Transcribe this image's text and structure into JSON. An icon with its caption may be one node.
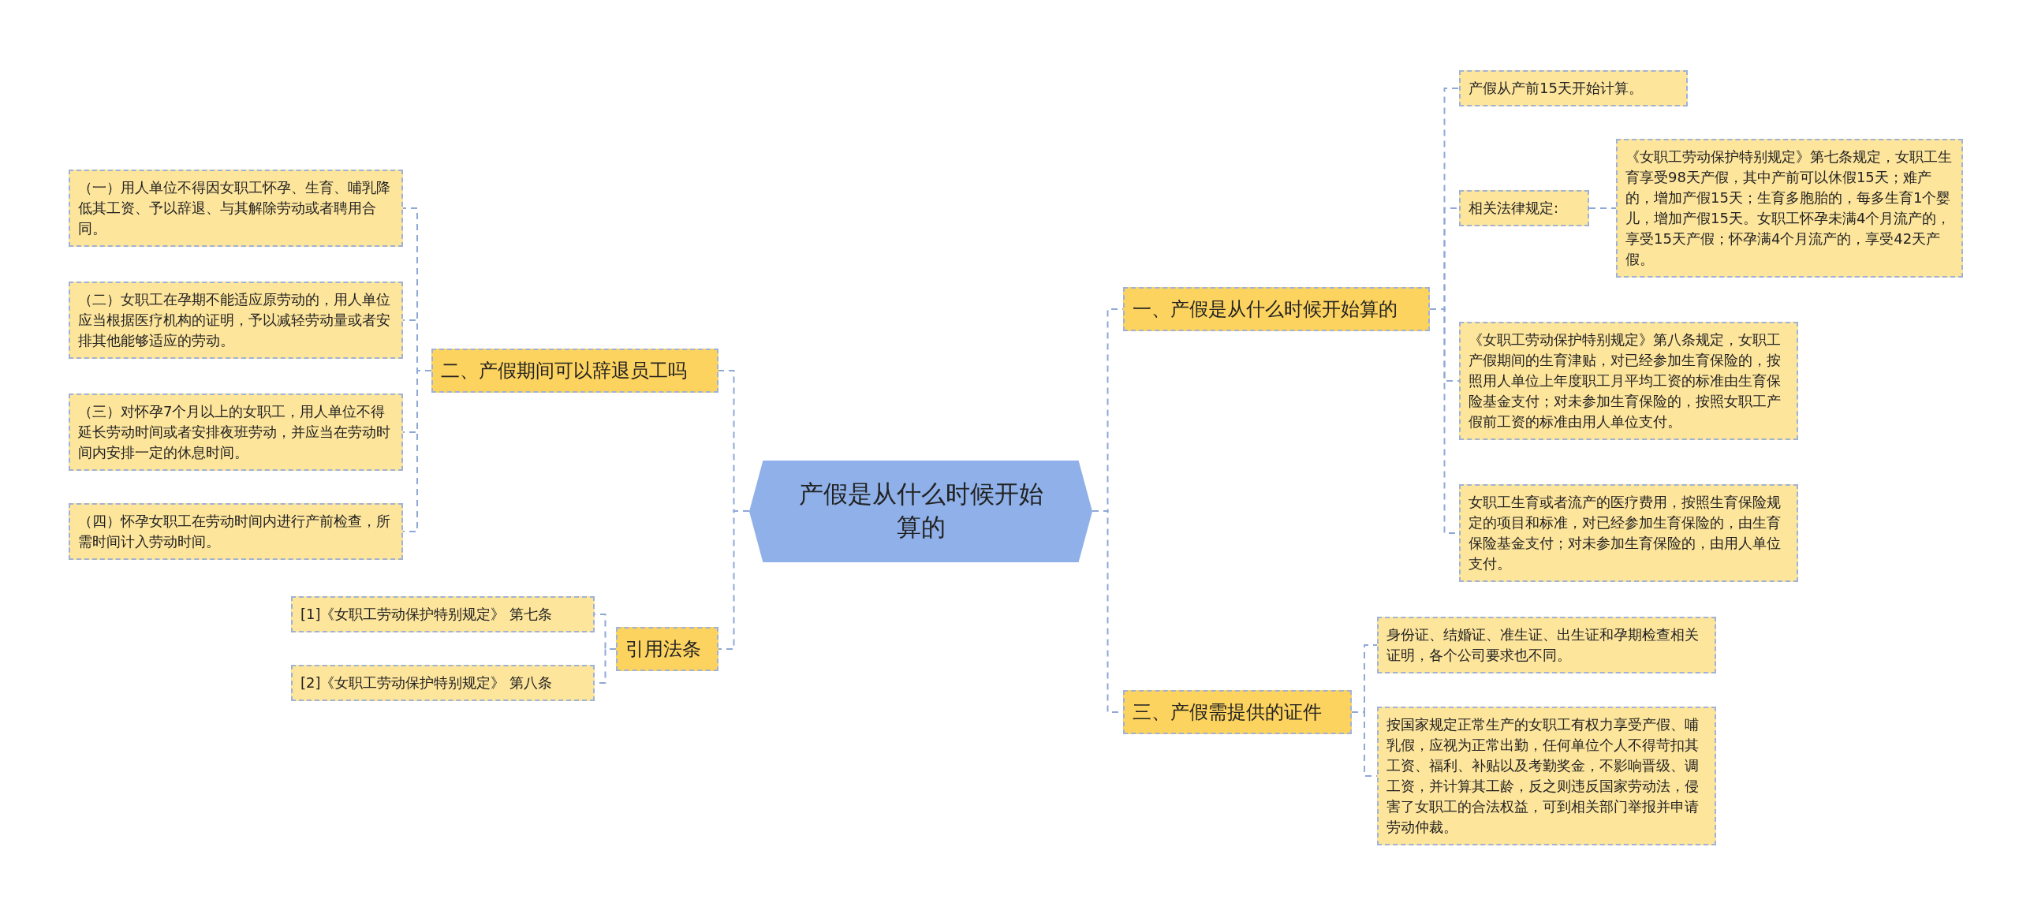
{
  "diagram": {
    "nodes": [
      {
        "text": [
          "产假是从什么时候开始算的"
        ]
      },
      {
        "text": [
          "一、产假是从什么时候开始算的"
        ]
      },
      {
        "text": [
          "产假从产前15天开始计算。"
        ]
      },
      {
        "text": [
          "相关法律规定:"
        ]
      },
      {
        "text": [
          "《女职工劳动保护特别规定》第七条规定，女职工生育享受98天产假，其中产前可以休假15天；难产的，增加产假15天；生育多胞胎的，每多生育1个婴儿，增加产假15天。女职工怀孕未满4个月流产的，享受15天产假；怀孕满4个月流产的，享受42天产假。"
        ]
      },
      {
        "text": [
          "《女职工劳动保护特别规定》第八条规定，女职工产假期间的生育津贴，对已经参加生育保险的，按照用人单位上年度职工月平均工资的标准由生育保险基金支付；对未参加生育保险的，按照女职工产假前工资的标准由用人单位支付。"
        ]
      },
      {
        "text": [
          "女职工生育或者流产的医疗费用，按照生育保险规定的项目和标准，对已经参加生育保险的，由生育保险基金支付；对未参加生育保险的，由用人单位支付。"
        ]
      },
      {
        "text": [
          "三、产假需提供的证件"
        ]
      },
      {
        "text": [
          "身份证、结婚证、准生证、出生证和孕期检查相关证明，各个公司要求也不同。"
        ]
      },
      {
        "text": [
          "按国家规定正常生产的女职工有权力享受产假、哺乳假，应视为正常出勤，任何单位个人不得苛扣其工资、福利、补贴以及考勤奖金，不影响晋级、调工资，并计算其工龄，反之则违反国家劳动法，侵害了女职工的合法权益，可到相关部门举报并申请劳动仲裁。"
        ]
      },
      {
        "text": [
          "二、产假期间可以辞退员工吗"
        ]
      },
      {
        "text": [
          "（一）用人单位不得因女职工怀孕、生育、哺乳降低其工资、予以辞退、与其解除劳动或者聘用合同。"
        ]
      },
      {
        "text": [
          "（二）女职工在孕期不能适应原劳动的，用人单位应当根据医疗机构的证明，予以减轻劳动量或者安排其他能够适应的劳动。"
        ]
      },
      {
        "text": [
          "（三）对怀孕7个月以上的女职工，用人单位不得延长劳动时间或者安排夜班劳动，并应当在劳动时间内安排一定的休息时间。"
        ]
      },
      {
        "text": [
          "（四）怀孕女职工在劳动时间内进行产前检查，所需时间计入劳动时间。"
        ]
      },
      {
        "text": [
          "引用法条"
        ]
      },
      {
        "text": [
          "[1]《女职工劳动保护特别规定》 第七条"
        ]
      },
      {
        "text": [
          "[2]《女职工劳动保护特别规定》 第八条"
        ]
      }
    ],
    "edges": [
      {
        "from": 0,
        "to": 1,
        "arrow": "none",
        "style": "dashed"
      },
      {
        "from": 0,
        "to": 7,
        "arrow": "none",
        "style": "dashed"
      },
      {
        "from": 0,
        "to": 10,
        "arrow": "none",
        "style": "dashed"
      },
      {
        "from": 0,
        "to": 15,
        "arrow": "none",
        "style": "dashed"
      },
      {
        "from": 1,
        "to": 2,
        "arrow": "none",
        "style": "dashed"
      },
      {
        "from": 1,
        "to": 3,
        "arrow": "none",
        "style": "dashed"
      },
      {
        "from": 1,
        "to": 5,
        "arrow": "none",
        "style": "dashed"
      },
      {
        "from": 1,
        "to": 6,
        "arrow": "none",
        "style": "dashed"
      },
      {
        "from": 3,
        "to": 4,
        "arrow": "none",
        "style": "dashed"
      },
      {
        "from": 7,
        "to": 8,
        "arrow": "none",
        "style": "dashed"
      },
      {
        "from": 7,
        "to": 9,
        "arrow": "none",
        "style": "dashed"
      },
      {
        "from": 10,
        "to": 11,
        "arrow": "none",
        "style": "dashed"
      },
      {
        "from": 10,
        "to": 12,
        "arrow": "none",
        "style": "dashed"
      },
      {
        "from": 10,
        "to": 13,
        "arrow": "none",
        "style": "dashed"
      },
      {
        "from": 10,
        "to": 14,
        "arrow": "none",
        "style": "dashed"
      },
      {
        "from": 15,
        "to": 16,
        "arrow": "none",
        "style": "dashed"
      },
      {
        "from": 15,
        "to": 17,
        "arrow": "none",
        "style": "dashed"
      }
    ]
  }
}
